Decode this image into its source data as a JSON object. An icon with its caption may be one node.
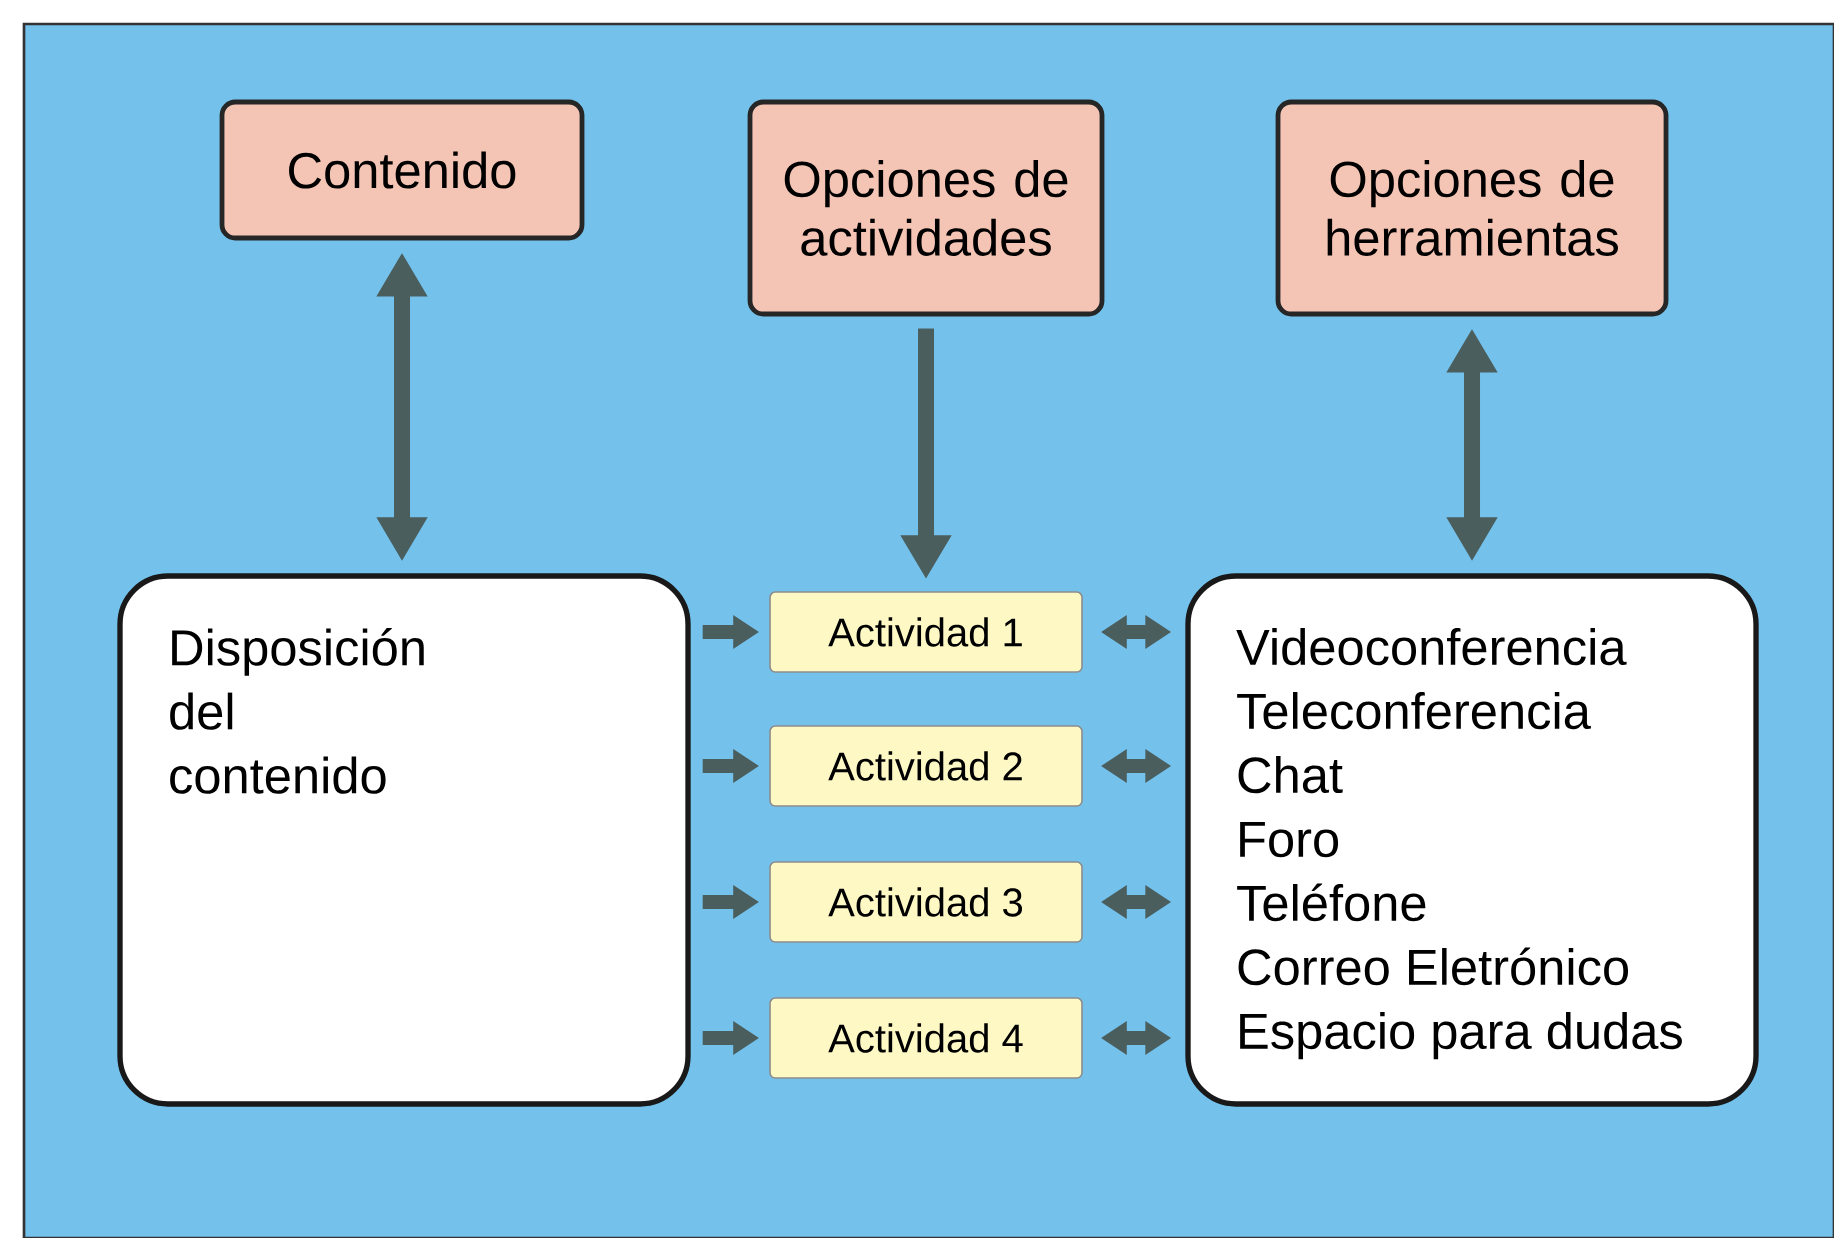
{
  "diagram": {
    "nodes": [
      {
        "text": [
          "Contenido"
        ]
      },
      {
        "text": [
          "Opciones de actividades"
        ]
      },
      {
        "text": [
          "Opciones de herramientas"
        ]
      },
      {
        "text": [
          "Disposición del contenido"
        ]
      },
      {
        "text": [
          "Actividad 1"
        ]
      },
      {
        "text": [
          "Actividad 2"
        ]
      },
      {
        "text": [
          "Actividad 3"
        ]
      },
      {
        "text": [
          "Actividad 4"
        ]
      },
      {
        "text": [
          "Videoconferencia",
          "Teleconferencia",
          "Chat",
          "Foro",
          "Teléfone",
          "Correo Eletrónico",
          "Espacio para dudas"
        ]
      }
    ],
    "edges": [
      {
        "from": 0,
        "to": 3,
        "arrow": "both"
      },
      {
        "from": 1,
        "to": 4,
        "arrow": "to"
      },
      {
        "from": 2,
        "to": 8,
        "arrow": "both"
      },
      {
        "from": 3,
        "to": 4,
        "arrow": "to"
      },
      {
        "from": 3,
        "to": 5,
        "arrow": "to"
      },
      {
        "from": 3,
        "to": 6,
        "arrow": "to"
      },
      {
        "from": 3,
        "to": 7,
        "arrow": "to"
      },
      {
        "from": 4,
        "to": 8,
        "arrow": "both"
      },
      {
        "from": 5,
        "to": 8,
        "arrow": "both"
      },
      {
        "from": 6,
        "to": 8,
        "arrow": "both"
      },
      {
        "from": 7,
        "to": 8,
        "arrow": "both"
      }
    ]
  }
}
